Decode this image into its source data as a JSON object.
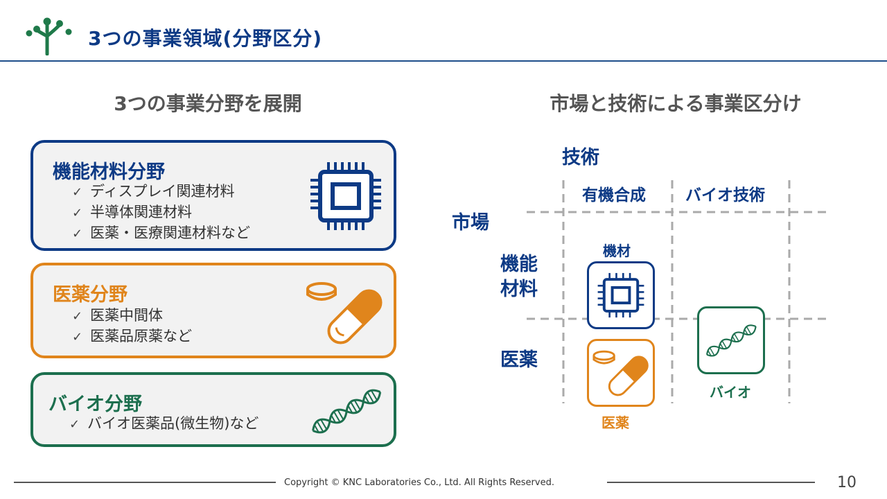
{
  "header": {
    "title": "3つの事業領域(分野区分)"
  },
  "left_section": {
    "title": "3つの事業分野を展開",
    "cards": [
      {
        "title": "機能材料分野",
        "items": [
          "ディスプレイ関連材料",
          "半導体関連材料",
          "医薬・医療関連材料など"
        ]
      },
      {
        "title": "医薬分野",
        "items": [
          "医薬中間体",
          "医薬品原薬など"
        ]
      },
      {
        "title": "バイオ分野",
        "items": [
          "バイオ医薬品(微生物)など"
        ]
      }
    ],
    "check_glyph": "✓"
  },
  "right_section": {
    "title": "市場と技術による事業区分け",
    "tech_label": "技術",
    "market_label": "市場",
    "columns": [
      "有機合成",
      "バイオ技術"
    ],
    "rows": [
      "機能\n材料",
      "医薬"
    ],
    "tiles": {
      "materials": "機材",
      "pharma": "医薬",
      "bio": "バイオ"
    }
  },
  "colors": {
    "navy": "#0d3a85",
    "orange": "#e0851c",
    "green": "#1c6f4e",
    "logo_green": "#1f7a4a",
    "card_bg": "#f2f2f2"
  },
  "icons": {
    "materials": "chip-icon",
    "pharma": "capsule-pill-icon",
    "bio": "dna-icon",
    "logo": "tree-logo-icon"
  },
  "footer": {
    "copyright": "Copyright © KNC Laboratories Co., Ltd. All Rights Reserved.",
    "page_number": "10"
  }
}
